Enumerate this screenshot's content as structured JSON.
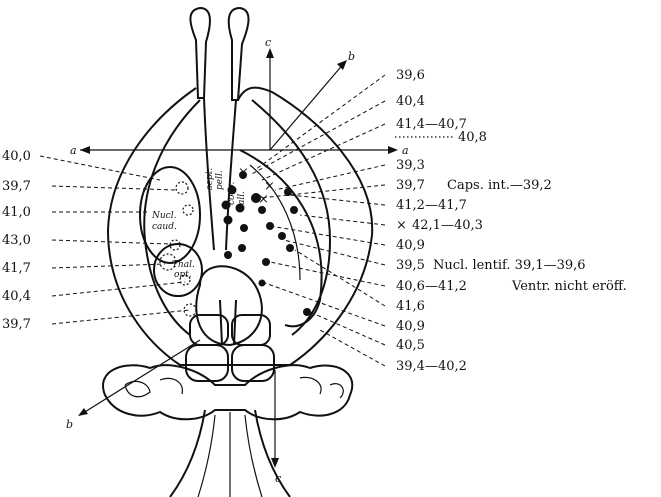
{
  "left_labels": [
    "40,0",
    "39,7",
    "41,0",
    "43,0",
    "41,7",
    "40,4",
    "39,7"
  ],
  "right_labels": [
    "39,6",
    "40,4",
    "41,4—40,7",
    "40,8",
    "39,3",
    "39,7",
    "41,2—41,7",
    "42,1—40,3",
    "40,9",
    "39,5",
    "40,6—41,2",
    "41,6",
    "40,9",
    "40,5",
    "39,4—40,2"
  ],
  "right_notes": {
    "caps": "Caps. int.—39,2",
    "nucl_lentif": "Nucl. lentif. 39,1—39,6",
    "ventr": "Ventr. nicht eröff."
  },
  "anatomy_labels": {
    "nucl_caud": [
      "Nucl.",
      "caud."
    ],
    "thal_opt": [
      "Thal.",
      "opt."
    ],
    "corp_call": [
      "corp.",
      "call."
    ],
    "septum": [
      "sept.",
      "pell."
    ]
  },
  "axis_labels": {
    "a": "a",
    "b": "b",
    "c": "c"
  },
  "cross_symbol": "×"
}
